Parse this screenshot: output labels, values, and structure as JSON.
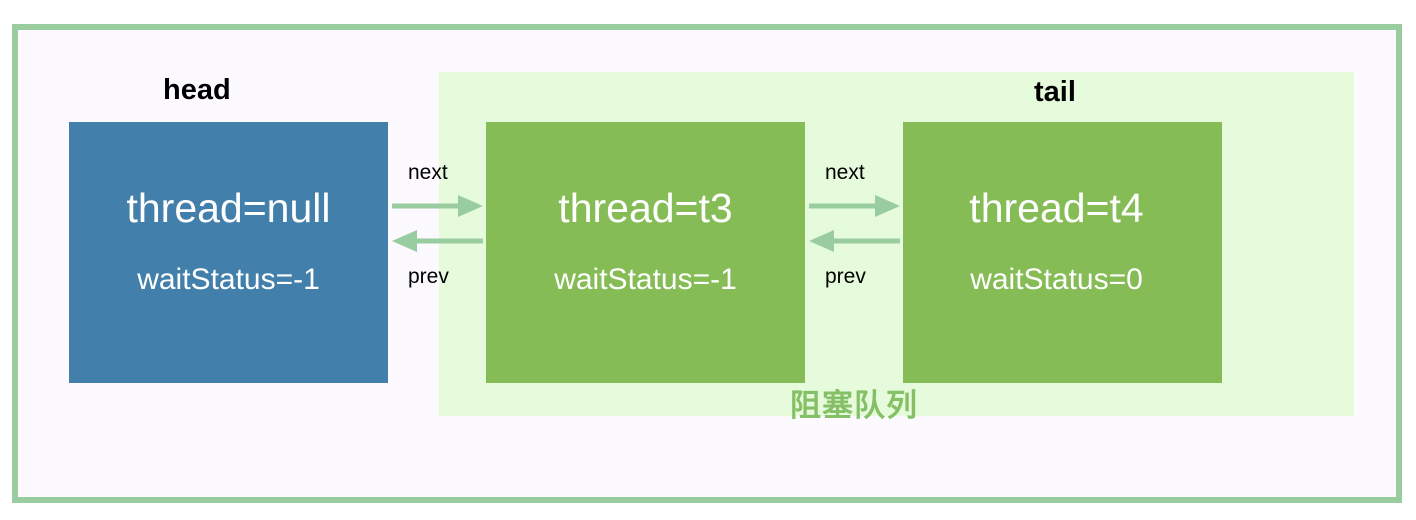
{
  "pointers": {
    "head": "head",
    "tail": "tail"
  },
  "queue_label": "阻塞队列",
  "nodes": [
    {
      "thread": "thread=null",
      "wait_status": "waitStatus=-1"
    },
    {
      "thread": "thread=t3",
      "wait_status": "waitStatus=-1"
    },
    {
      "thread": "thread=t4",
      "wait_status": "waitStatus=0"
    }
  ],
  "links": [
    {
      "next": "next",
      "prev": "prev"
    },
    {
      "next": "next",
      "prev": "prev"
    }
  ],
  "colors": {
    "frame_border": "#99cc9e",
    "queue_fill": "#e6fbdc",
    "queue_text": "#86c066",
    "head_node": "#427fab",
    "queue_node": "#86bc56",
    "arrow": "#99cc9e"
  }
}
